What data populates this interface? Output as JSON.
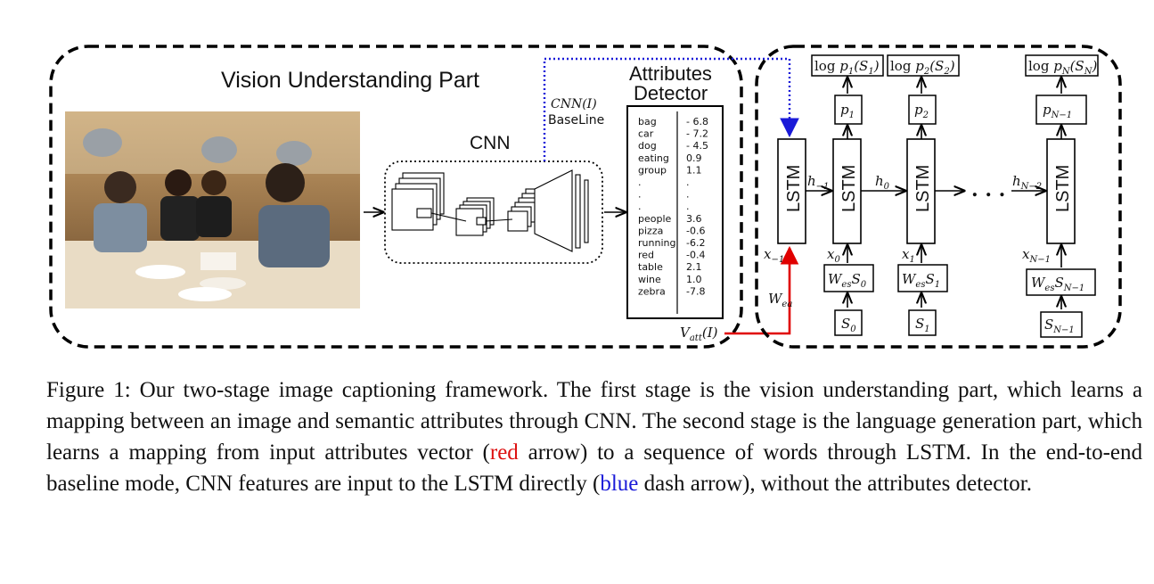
{
  "diagram": {
    "vision_part_title": "Vision Understanding Part",
    "cnn_label": "CNN",
    "cnn_baseline": {
      "math": "CNN(I)",
      "text": "BaseLine"
    },
    "attributes_title_line1": "Attributes",
    "attributes_title_line2": "Detector",
    "attributes": [
      {
        "name": "bag",
        "score": "- 6.8"
      },
      {
        "name": "car",
        "score": "- 7.2"
      },
      {
        "name": "dog",
        "score": "- 4.5"
      },
      {
        "name": "eating",
        "score": "0.9"
      },
      {
        "name": "group",
        "score": "1.1"
      },
      {
        "name": ".",
        "score": "."
      },
      {
        "name": ".",
        "score": "."
      },
      {
        "name": ".",
        "score": "."
      },
      {
        "name": "people",
        "score": "3.6"
      },
      {
        "name": "pizza",
        "score": "-0.6"
      },
      {
        "name": "running",
        "score": "-6.2"
      },
      {
        "name": "red",
        "score": "-0.4"
      },
      {
        "name": "table",
        "score": "2.1"
      },
      {
        "name": "wine",
        "score": "1.0"
      },
      {
        "name": "zebra",
        "score": "-7.8"
      }
    ],
    "vatt_label": "V_att(I)",
    "wea_label": "W_ea",
    "lstm_label": "LSTM",
    "hidden_labels": [
      "h_−1",
      "h_0",
      "h_N−2"
    ],
    "input_labels": [
      "x_−1",
      "x_0",
      "x_1",
      "x_N−1"
    ],
    "embed_labels": [
      "W_es S_0",
      "W_es S_1",
      "W_es S_N−1"
    ],
    "word_labels": [
      "S_0",
      "S_1",
      "S_N−1"
    ],
    "prob_labels": [
      "p_1",
      "p_2",
      "p_N−1"
    ],
    "logprob_labels": [
      "log p_1(S_1)",
      "log p_2(S_2)",
      "log p_N(S_N)"
    ],
    "ellipsis": ". . ."
  },
  "caption": {
    "seg1": "Figure 1: Our two-stage image captioning framework. The first stage is the vision understanding part, which learns a mapping between an image and semantic attributes through CNN. The second stage is the language generation part, which learns a mapping from input attributes vector (",
    "red_word": "red",
    "seg2": " arrow) to a sequence of words through LSTM. In the end-to-end baseline mode, CNN features are input to the LSTM directly (",
    "blue_word": "blue",
    "seg3": " dash arrow), without the attributes detector."
  },
  "colors": {
    "red_arrow": "#e00000",
    "blue_arrow": "#1a1ad8",
    "frame": "#000000"
  }
}
